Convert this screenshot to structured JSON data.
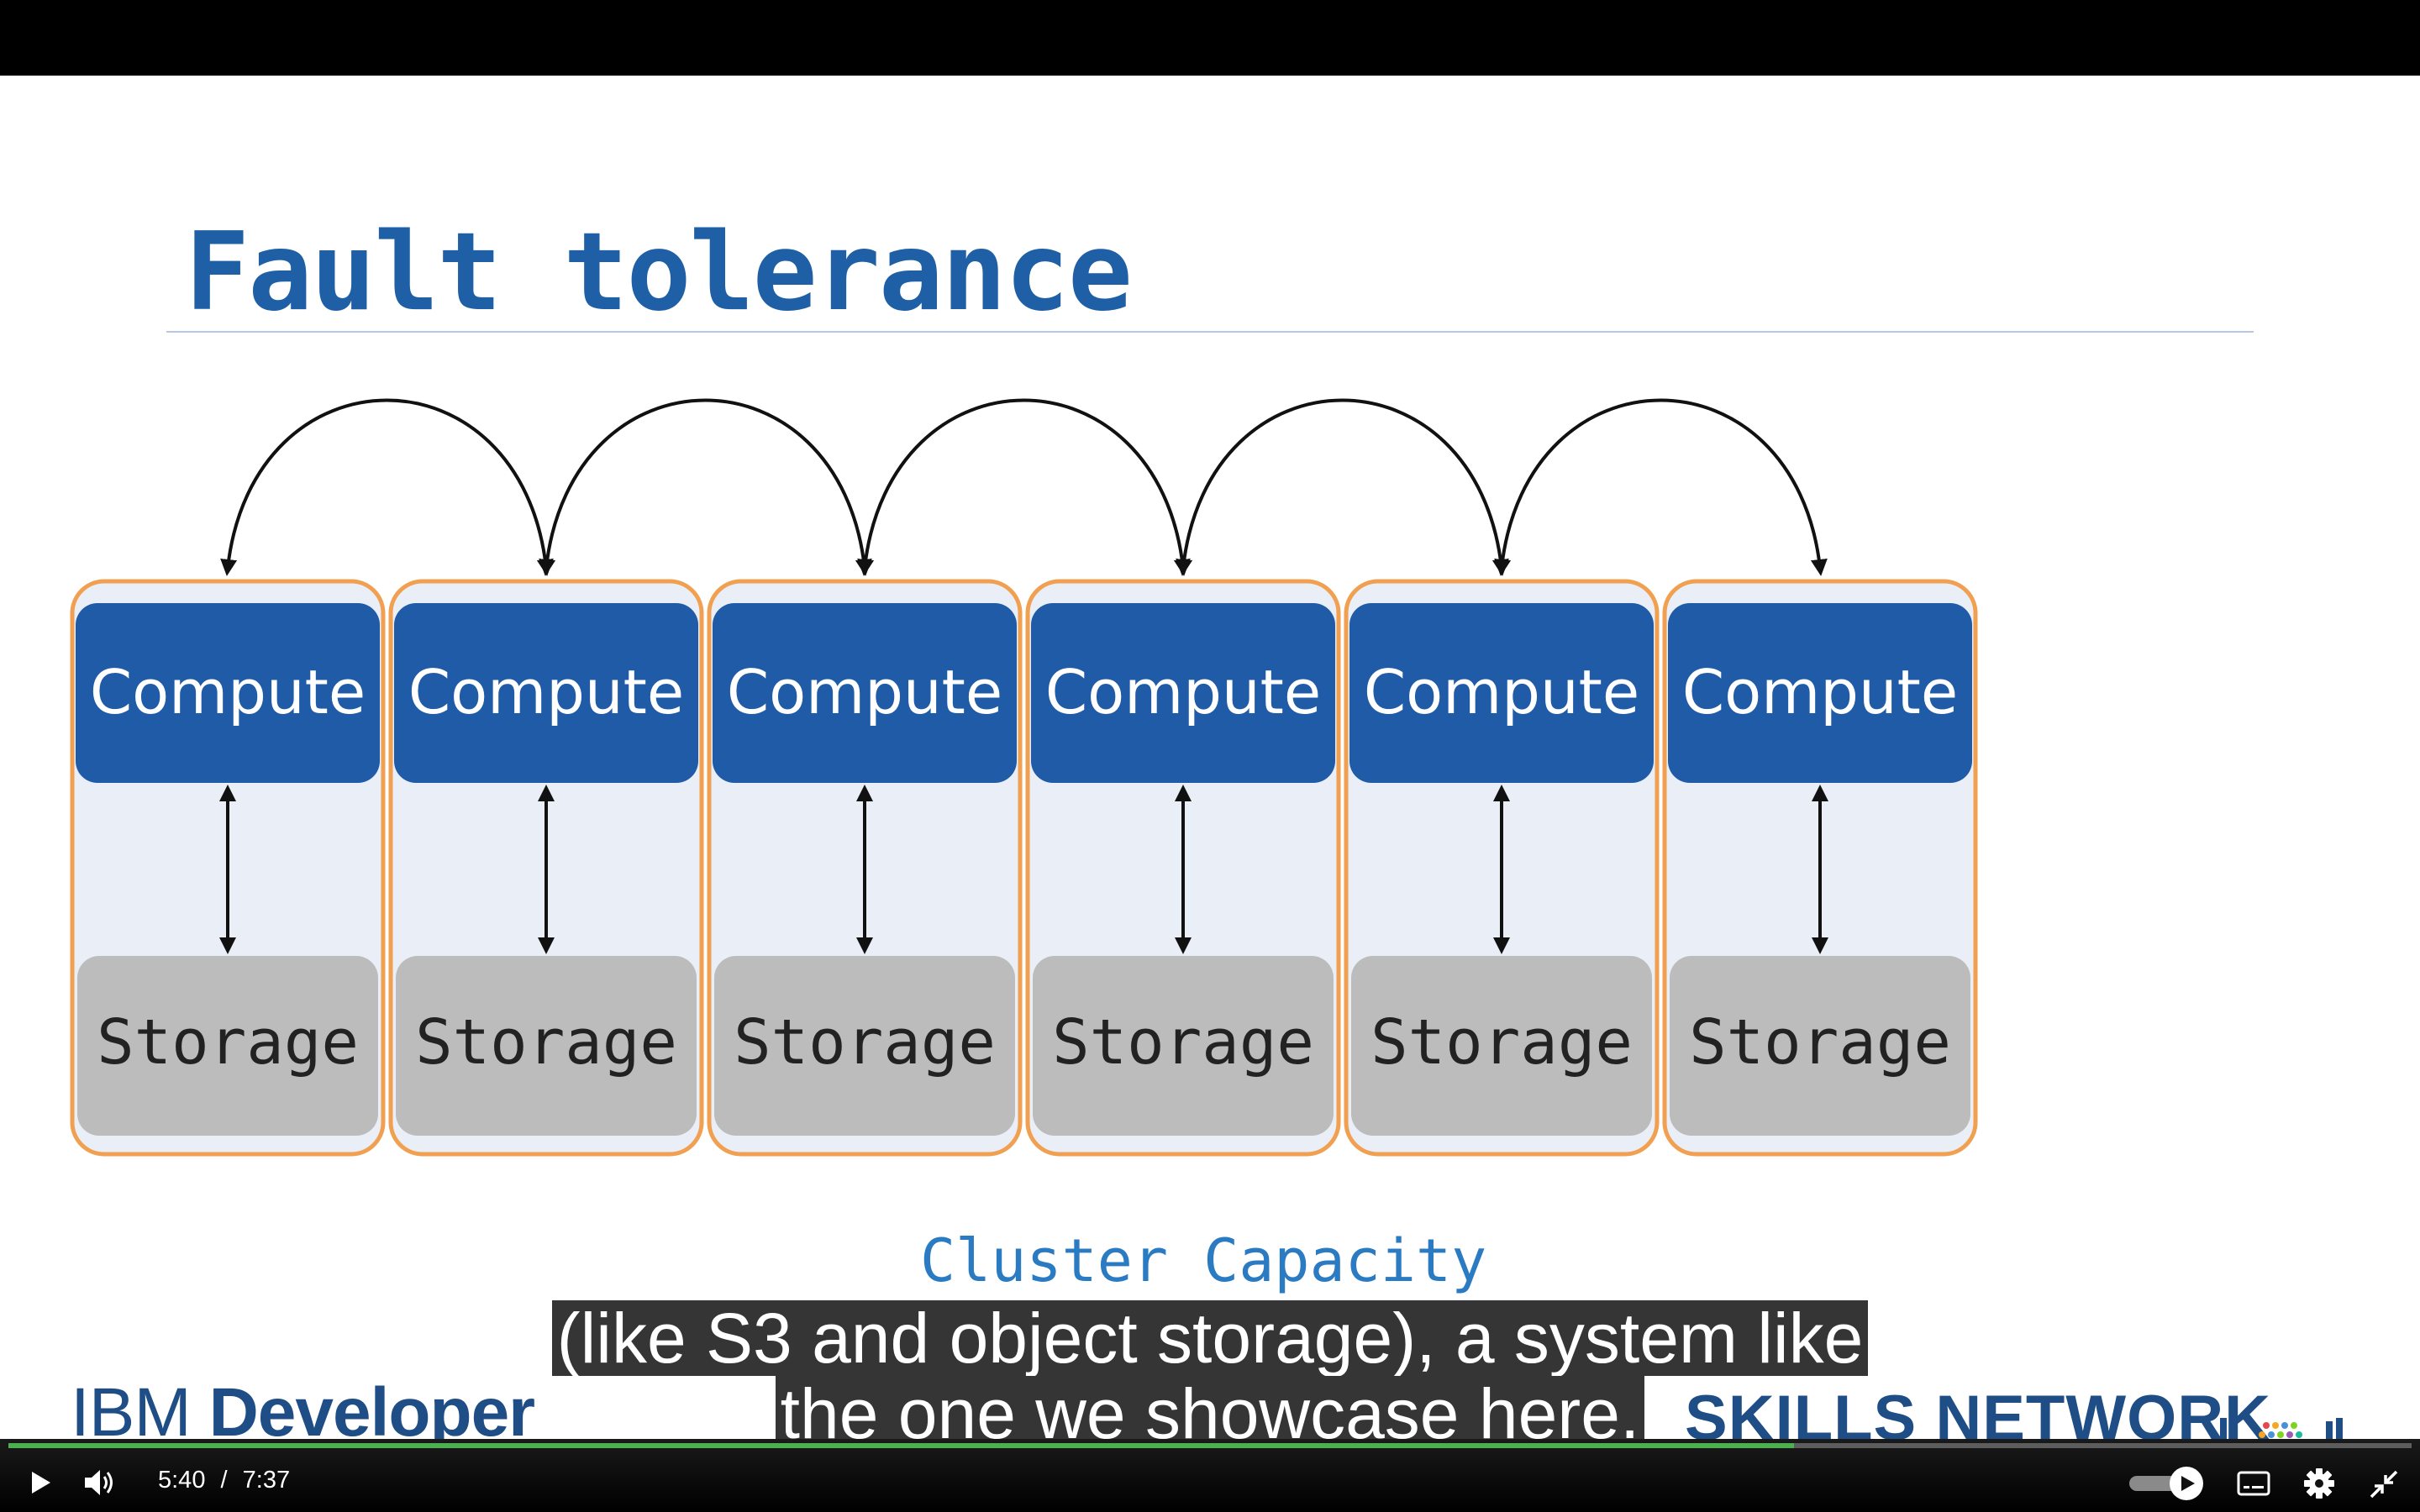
{
  "slide": {
    "title": "Fault tolerance",
    "compute_label": "Compute",
    "storage_label": "Storage",
    "node_count": 6,
    "capacity_label": "Cluster Capacity",
    "brand_left_regular": "IBM ",
    "brand_left_bold": "Developer",
    "brand_right": "SKILLS NETWORK"
  },
  "captions": {
    "line1": "(like S3 and object storage), a system like",
    "line2": "the one we showcase here."
  },
  "player": {
    "current_time": "5:40",
    "separator": "/",
    "duration": "7:37",
    "progress_fraction": 0.743,
    "accent_color": "#4caf50",
    "autoplay_on": true
  },
  "colors": {
    "title": "#1f5fa6",
    "compute_fill": "#1f5ba6",
    "storage_fill": "#bcbcbc",
    "node_border": "#f0a050",
    "node_fill": "#e9eef7"
  }
}
